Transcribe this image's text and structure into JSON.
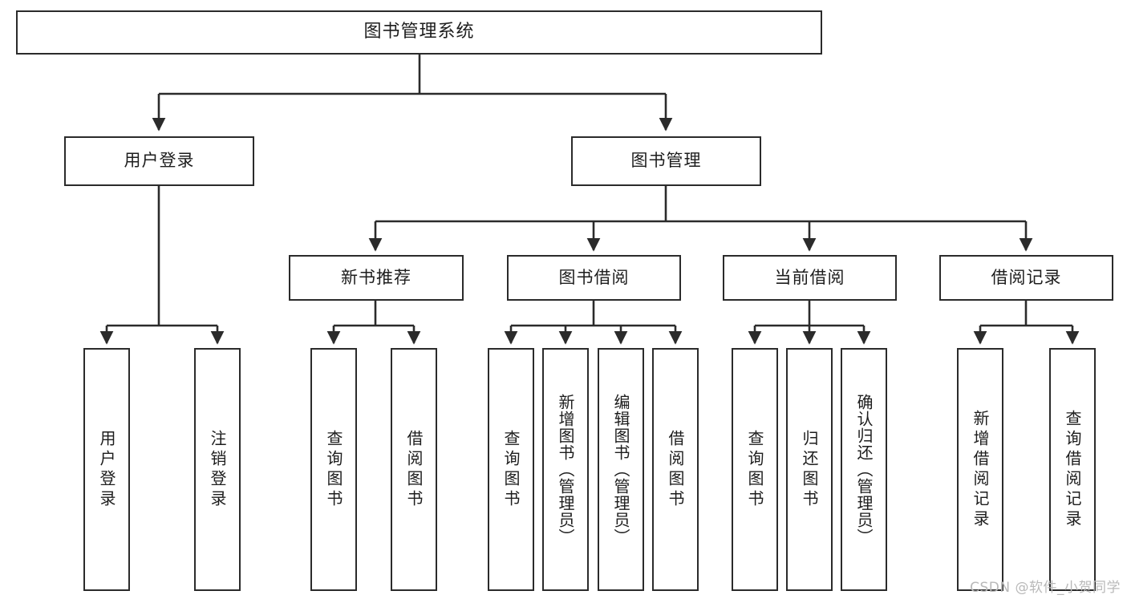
{
  "diagram": {
    "title": "图书管理系统",
    "type": "tree",
    "watermark": "CSDN @软件_小贺同学",
    "colors": {
      "box_border": "#2b2b2b",
      "box_fill": "#ffffff",
      "edge": "#2b2b2b",
      "text": "#1d1d1d",
      "watermark": "#b9b9b9"
    },
    "levels": {
      "root": "图书管理系统",
      "level2": [
        "用户登录",
        "图书管理"
      ],
      "level3": [
        "新书推荐",
        "图书借阅",
        "当前借阅",
        "借阅记录"
      ]
    },
    "nodes": {
      "root": {
        "label": "图书管理系统"
      },
      "user_login": {
        "label": "用户登录"
      },
      "book_manage": {
        "label": "图书管理"
      },
      "new_book_rec": {
        "label": "新书推荐"
      },
      "book_borrow": {
        "label": "图书借阅"
      },
      "current_borrow": {
        "label": "当前借阅"
      },
      "borrow_record": {
        "label": "借阅记录"
      },
      "leaf_user_login": {
        "label": "用户登录"
      },
      "leaf_logout": {
        "label": "注销登录"
      },
      "leaf_query_book_1": {
        "label": "查询图书"
      },
      "leaf_borrow_book_1": {
        "label": "借阅图书"
      },
      "leaf_query_book_2": {
        "label": "查询图书"
      },
      "leaf_add_book": {
        "label": "新增图书（管理员）"
      },
      "leaf_edit_book": {
        "label": "编辑图书（管理员）"
      },
      "leaf_borrow_book_2": {
        "label": "借阅图书"
      },
      "leaf_query_book_3": {
        "label": "查询图书"
      },
      "leaf_return_book": {
        "label": "归还图书"
      },
      "leaf_confirm_return": {
        "label": "确认归还（管理员）"
      },
      "leaf_add_record": {
        "label": "新增借阅记录"
      },
      "leaf_query_record": {
        "label": "查询借阅记录"
      }
    }
  }
}
